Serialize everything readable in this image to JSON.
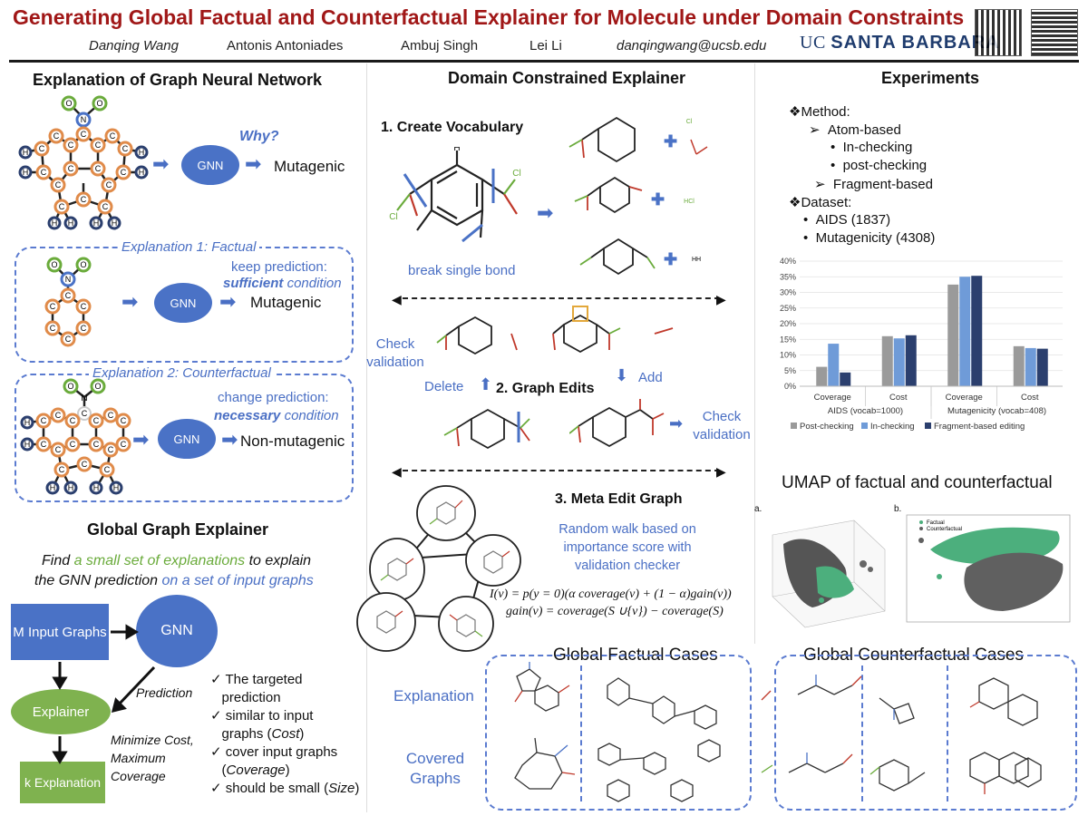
{
  "header": {
    "title": "Generating Global Factual and Counterfactual Explainer for Molecule under Domain Constraints",
    "authors": [
      "Danqing Wang",
      "Antonis Antoniades",
      "Ambuj Singh",
      "Lei Li",
      "danqingwang@ucsb.edu"
    ],
    "uc": "UC",
    "sb": "SANTA BARBARA"
  },
  "left": {
    "section1": "Explanation of Graph Neural Network",
    "why": "Why?",
    "gnn": "GNN",
    "mutagenic": "Mutagenic",
    "exp1_title": "Explanation 1: Factual",
    "exp1_keep": "keep prediction:",
    "exp1_sufficient": "sufficient",
    "exp1_condition": " condition",
    "exp2_title": "Explanation 2: Counterfactual",
    "exp2_change": "change prediction:",
    "exp2_necessary": "necessary",
    "exp2_condition": " condition",
    "nonmutagenic": "Non-mutagenic",
    "section2": "Global Graph Explainer",
    "find_1": "Find ",
    "find_2": "a small set of explanations",
    "find_3": " to explain",
    "find_4": "the GNN prediction ",
    "find_5": "on a set of input graphs",
    "m_input": "M Input Graphs",
    "explainer": "Explainer",
    "k_expl": "k Explanation",
    "prediction": "Prediction",
    "minimize": "Minimize Cost, Maximum Coverage",
    "checks": [
      {
        "a": "The targeted prediction",
        "b": ""
      },
      {
        "a": "similar to input graphs (",
        "b": "Cost",
        ")": ")"
      },
      {
        "a": "cover input graphs (",
        "b": "Coverage"
      },
      {
        "a": "should be small (",
        "b": "Size"
      }
    ],
    "check_lines": [
      "The targeted",
      "prediction",
      "similar to input",
      "graphs (",
      "Cost",
      ")",
      "cover input graphs",
      "(",
      "Coverage",
      ")",
      "should be small (",
      "Size",
      ")"
    ],
    "atom_h": "H",
    "atom_c": "C",
    "atom_n": "N",
    "atom_o": "O"
  },
  "middle": {
    "section": "Domain Constrained Explainer",
    "step1": "1. Create Vocabulary",
    "break": "break single bond",
    "check_validation_1": "Check validation",
    "delete": "Delete",
    "step2": "2. Graph Edits",
    "add": "Add",
    "check_validation_2": "Check validation",
    "step3": "3. Meta Edit Graph",
    "random_walk": "Random walk based on importance score with validation checker",
    "eq1": "I(v) = p(y = 0)(α coverage(v) + (1 − α)gain(v))",
    "eq2": "gain(v) = coverage(S ∪{v}) − coverage(S)",
    "hcl": "HCl",
    "hh": "HH",
    "cl": "Cl",
    "h": "H",
    "o": "O"
  },
  "right": {
    "section": "Experiments",
    "method": "Method:",
    "atom_based": "Atom-based",
    "in_checking": "In-checking",
    "post_checking": "post-checking",
    "fragment": "Fragment-based",
    "dataset": "Dataset:",
    "aids": "AIDS (1837)",
    "mutag": "Mutagenicity (4308)",
    "umap": "UMAP of factual and counterfactual",
    "panel_a": "a.",
    "panel_b": "b.",
    "legend_factual": "Factual",
    "legend_counter": "Counterfactual"
  },
  "bottom": {
    "global_factual": "Global Factual Cases",
    "global_counter": "Global Counterfactual Cases",
    "explanation": "Explanation",
    "covered": "Covered Graphs"
  },
  "chart_data": {
    "type": "bar",
    "categories": [
      "Coverage",
      "Cost",
      "Coverage",
      "Cost"
    ],
    "groups": [
      "AIDS (vocab=1000)",
      "Mutagenicity (vocab=408)"
    ],
    "series": [
      {
        "name": "Post-checking",
        "values": [
          6.2,
          16.0,
          32.5,
          12.8
        ],
        "color": "#9a9a9a"
      },
      {
        "name": "In-checking",
        "values": [
          13.6,
          15.3,
          35.0,
          12.2
        ],
        "color": "#6f9bd8"
      },
      {
        "name": "Fragment-based editing",
        "values": [
          4.4,
          16.3,
          35.3,
          12.0
        ],
        "color": "#2b3f6e"
      }
    ],
    "ylim": [
      0,
      40
    ],
    "yticks": [
      "0%",
      "5%",
      "10%",
      "15%",
      "20%",
      "25%",
      "30%",
      "35%",
      "40%"
    ]
  }
}
